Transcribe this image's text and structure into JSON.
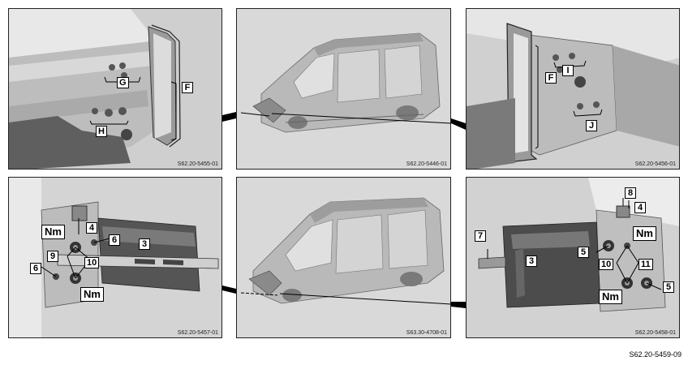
{
  "panels": {
    "top_left": {
      "code": "S62.20-5455-01",
      "labels": {
        "g": "G",
        "h": "H",
        "f": "F"
      }
    },
    "top_middle": {
      "code": "S62.20-5446-01"
    },
    "top_right": {
      "code": "S62.20-5456-01",
      "labels": {
        "i": "I",
        "j": "J",
        "f": "F"
      }
    },
    "bottom_left": {
      "code": "S62.20-5457-01",
      "labels": {
        "nm1": "Nm",
        "nm2": "Nm",
        "n4": "4",
        "n6a": "6",
        "n3": "3",
        "n9": "9",
        "n10": "10",
        "n6b": "6"
      }
    },
    "bottom_middle": {
      "code": "S63.30-4708-01"
    },
    "bottom_right": {
      "code": "S62.20-5458-01",
      "labels": {
        "n8": "8",
        "n4": "4",
        "nm1": "Nm",
        "n7": "7",
        "n5a": "5",
        "n3": "3",
        "n10": "10",
        "n11": "11",
        "n5b": "5",
        "nm2": "Nm"
      }
    }
  },
  "figure_code": "S62.20-5459-09",
  "colors": {
    "panel_bg": "#d9d9d9",
    "metal_light": "#e4e4e4",
    "metal_mid": "#b5b5b5",
    "metal_dark": "#6e6e6e",
    "bracket_dark": "#4a4a4a"
  }
}
